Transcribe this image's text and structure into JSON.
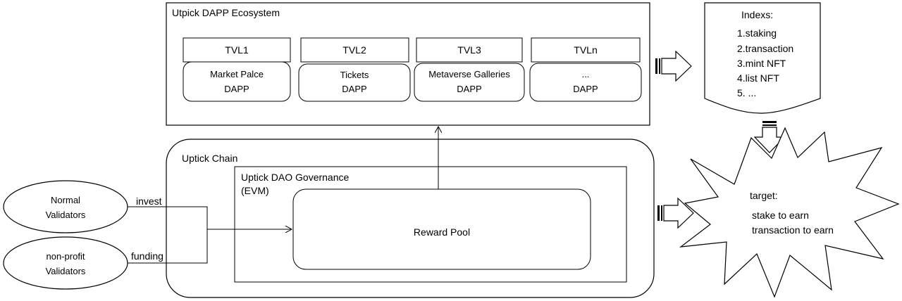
{
  "ecosystem": {
    "title": "Utpick DAPP Ecosystem",
    "dapps": [
      {
        "tvl": "TVL1",
        "line1": "Market Palce",
        "line2": "DAPP"
      },
      {
        "tvl": "TVL2",
        "line1": "Tickets",
        "line2": "DAPP"
      },
      {
        "tvl": "TVL3",
        "line1": "Metaverse Galleries",
        "line2": "DAPP"
      },
      {
        "tvl": "TVLn",
        "line1": "...",
        "line2": "DAPP"
      }
    ]
  },
  "indexes": {
    "title": "Indexs:",
    "items": [
      "1.staking",
      "2.transaction",
      "3.mint NFT",
      "4.list NFT",
      "5. ..."
    ]
  },
  "chain": {
    "title": "Uptick Chain",
    "governance_line1": "Uptick DAO Governance",
    "governance_line2": "(EVM)",
    "reward_pool": "Reward Pool"
  },
  "validators": {
    "normal_line1": "Normal",
    "normal_line2": "Validators",
    "nonprofit_line1": "non-profit",
    "nonprofit_line2": "Validators",
    "invest_label": "invest",
    "funding_label": "funding"
  },
  "target": {
    "title": "target:",
    "line1": "stake to earn",
    "line2": "transaction to earn"
  }
}
